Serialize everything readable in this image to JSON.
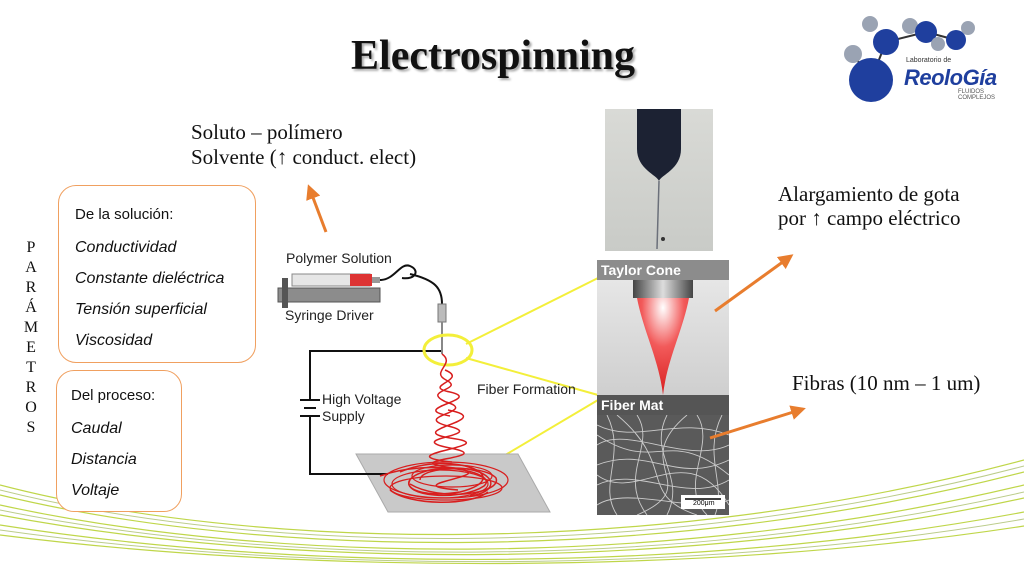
{
  "title": "Electrospinning",
  "logo": {
    "small_text": "Laboratorio de",
    "brand": "ReoloGía",
    "sub": "FLUIDOS COMPLEJOS"
  },
  "top_note": {
    "line1": "Soluto – polímero",
    "line2": "Solvente (↑ conduct. elect)"
  },
  "parametros_letters": [
    "P",
    "A",
    "R",
    "Á",
    "M",
    "E",
    "T",
    "R",
    "O",
    "S"
  ],
  "solution_box": {
    "heading": "De la solución:",
    "items": [
      "Conductividad",
      "Constante dieléctrica",
      "Tensión superficial",
      "Viscosidad"
    ]
  },
  "process_box": {
    "heading": "Del proceso:",
    "items": [
      "Caudal",
      "Distancia",
      "Voltaje"
    ]
  },
  "diagram_labels": {
    "polymer_solution": "Polymer Solution",
    "syringe_driver": "Syringe Driver",
    "high_voltage_1": "High Voltage",
    "high_voltage_2": "Supply",
    "fiber_formation": "Fiber Formation"
  },
  "panels": {
    "taylor_cone": "Taylor Cone",
    "fiber_mat": "Fiber Mat",
    "scale_bar": "200μm"
  },
  "right_notes": {
    "gota_line1": "Alargamiento de gota",
    "gota_line2": "por ↑ campo eléctrico",
    "fibras": "Fibras (10 nm – 1 um)"
  },
  "colors": {
    "arrow": "#e87d2e",
    "box_border": "#f0a060",
    "logo_blue": "#1f3f9e",
    "logo_grey": "#9aa3b3",
    "fiber_red": "#d81e1e",
    "highlight_yellow": "#f3ef3a",
    "deco_green": "#b4cf2a"
  }
}
